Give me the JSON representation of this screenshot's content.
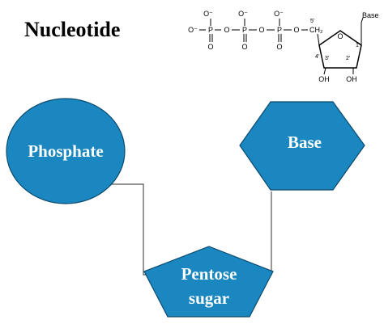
{
  "title": "Nucleotide",
  "colors": {
    "shape_fill": "#1a87c0",
    "shape_stroke": "#0b4a6e",
    "connector": "#555555",
    "text_on_shape": "#ffffff"
  },
  "components": {
    "phosphate": "Phosphate",
    "base": "Base",
    "sugar_line1": "Pentose",
    "sugar_line2": "sugar"
  },
  "structure": {
    "phosphate_charges": [
      "O⁻",
      "O⁻",
      "O⁻",
      "O⁻"
    ],
    "phosphate_atoms": [
      "P",
      "P",
      "P"
    ],
    "oxygen": "O",
    "ch2": "CH₂",
    "base_label": "Base",
    "carbons": [
      "5'",
      "4'",
      "3'",
      "2'",
      "1'"
    ],
    "hydroxyls": [
      "OH",
      "OH"
    ]
  }
}
